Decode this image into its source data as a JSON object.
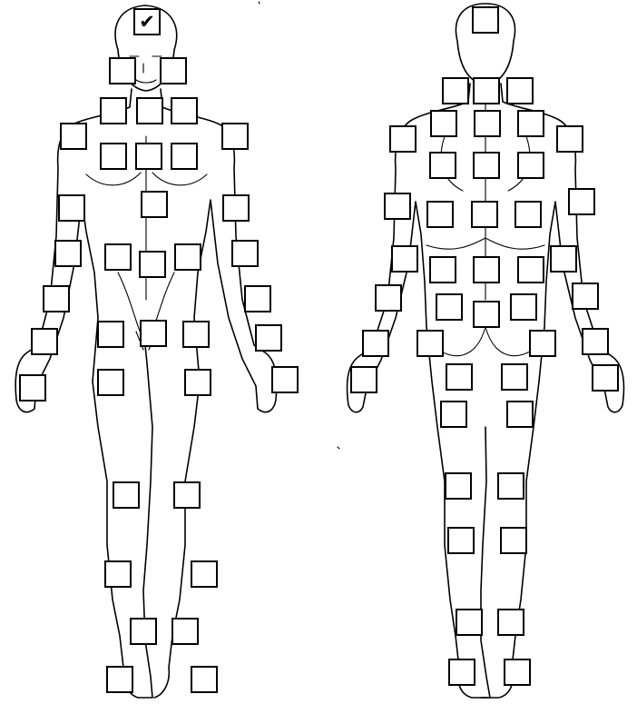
{
  "colors": {
    "line": "#000000",
    "background": "#ffffff"
  },
  "check_glyph": "✔",
  "front_view": {
    "checkboxes": [
      {
        "id": "head-front",
        "checked": true
      },
      {
        "id": "face-right",
        "checked": false
      },
      {
        "id": "face-left",
        "checked": false
      },
      {
        "id": "neck-right",
        "checked": false
      },
      {
        "id": "neck-center",
        "checked": false
      },
      {
        "id": "neck-left",
        "checked": false
      },
      {
        "id": "shoulder-right",
        "checked": false
      },
      {
        "id": "shoulder-left",
        "checked": false
      },
      {
        "id": "chest-right",
        "checked": false
      },
      {
        "id": "chest-center",
        "checked": false
      },
      {
        "id": "chest-left",
        "checked": false
      },
      {
        "id": "upper-arm-right",
        "checked": false
      },
      {
        "id": "sternum",
        "checked": false
      },
      {
        "id": "upper-arm-left",
        "checked": false
      },
      {
        "id": "elbow-right",
        "checked": false
      },
      {
        "id": "abdomen-right",
        "checked": false
      },
      {
        "id": "abdomen-center",
        "checked": false
      },
      {
        "id": "abdomen-left",
        "checked": false
      },
      {
        "id": "elbow-left",
        "checked": false
      },
      {
        "id": "forearm-right",
        "checked": false
      },
      {
        "id": "forearm-left",
        "checked": false
      },
      {
        "id": "wrist-right",
        "checked": false
      },
      {
        "id": "groin-right",
        "checked": false
      },
      {
        "id": "groin-center",
        "checked": false
      },
      {
        "id": "groin-left",
        "checked": false
      },
      {
        "id": "wrist-left",
        "checked": false
      },
      {
        "id": "hand-right",
        "checked": false
      },
      {
        "id": "thigh-right",
        "checked": false
      },
      {
        "id": "thigh-left",
        "checked": false
      },
      {
        "id": "hand-left",
        "checked": false
      },
      {
        "id": "knee-right",
        "checked": false
      },
      {
        "id": "knee-left",
        "checked": false
      },
      {
        "id": "shin-right",
        "checked": false
      },
      {
        "id": "shin-left",
        "checked": false
      },
      {
        "id": "ankle-right",
        "checked": false
      },
      {
        "id": "ankle-left",
        "checked": false
      },
      {
        "id": "foot-right",
        "checked": false
      },
      {
        "id": "foot-left",
        "checked": false
      }
    ]
  },
  "back_view": {
    "checkboxes": [
      {
        "id": "head-back",
        "checked": false
      },
      {
        "id": "neck-back-left",
        "checked": false
      },
      {
        "id": "neck-back-center",
        "checked": false
      },
      {
        "id": "neck-back-right",
        "checked": false
      },
      {
        "id": "shoulder-back-left",
        "checked": false
      },
      {
        "id": "upper-back-left",
        "checked": false
      },
      {
        "id": "upper-back-center",
        "checked": false
      },
      {
        "id": "upper-back-right",
        "checked": false
      },
      {
        "id": "shoulder-back-right",
        "checked": false
      },
      {
        "id": "scapula-left",
        "checked": false
      },
      {
        "id": "spine-upper",
        "checked": false
      },
      {
        "id": "scapula-right",
        "checked": false
      },
      {
        "id": "upper-arm-back-left",
        "checked": false
      },
      {
        "id": "mid-back-left",
        "checked": false
      },
      {
        "id": "spine-mid",
        "checked": false
      },
      {
        "id": "mid-back-right",
        "checked": false
      },
      {
        "id": "upper-arm-back-right",
        "checked": false
      },
      {
        "id": "elbow-back-left",
        "checked": false
      },
      {
        "id": "lower-back-left",
        "checked": false
      },
      {
        "id": "spine-lower",
        "checked": false
      },
      {
        "id": "lower-back-right",
        "checked": false
      },
      {
        "id": "elbow-back-right",
        "checked": false
      },
      {
        "id": "forearm-back-left",
        "checked": false
      },
      {
        "id": "hip-left",
        "checked": false
      },
      {
        "id": "sacrum",
        "checked": false
      },
      {
        "id": "hip-right",
        "checked": false
      },
      {
        "id": "forearm-back-right",
        "checked": false
      },
      {
        "id": "wrist-back-left",
        "checked": false
      },
      {
        "id": "buttock-outer-left",
        "checked": false
      },
      {
        "id": "buttock-outer-right",
        "checked": false
      },
      {
        "id": "wrist-back-right",
        "checked": false
      },
      {
        "id": "hand-back-left",
        "checked": false
      },
      {
        "id": "buttock-left",
        "checked": false
      },
      {
        "id": "buttock-right",
        "checked": false
      },
      {
        "id": "hand-back-right",
        "checked": false
      },
      {
        "id": "hamstring-left",
        "checked": false
      },
      {
        "id": "hamstring-right",
        "checked": false
      },
      {
        "id": "knee-back-left",
        "checked": false
      },
      {
        "id": "knee-back-right",
        "checked": false
      },
      {
        "id": "calf-left",
        "checked": false
      },
      {
        "id": "calf-right",
        "checked": false
      },
      {
        "id": "ankle-back-left",
        "checked": false
      },
      {
        "id": "ankle-back-right",
        "checked": false
      },
      {
        "id": "heel-left",
        "checked": false
      },
      {
        "id": "heel-right",
        "checked": false
      }
    ]
  }
}
